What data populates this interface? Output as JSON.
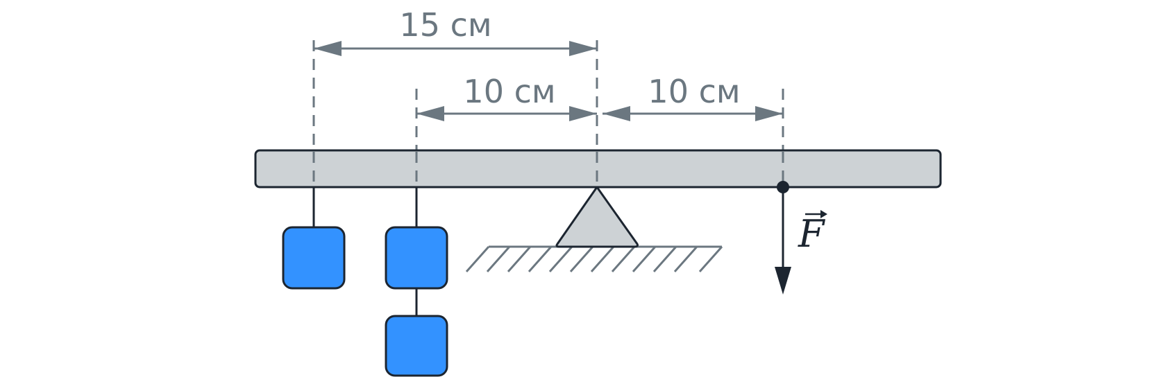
{
  "diagram": {
    "dimensions": [
      {
        "label": "15 см"
      },
      {
        "label": "10 см"
      },
      {
        "label": "10 см"
      }
    ],
    "force_label": "F",
    "colors": {
      "beam_fill": "#cdd2d5",
      "outline": "#1c2530",
      "dimension": "#6b7780",
      "weight_fill": "#3392ff",
      "support_fill": "#cdd2d5"
    }
  }
}
